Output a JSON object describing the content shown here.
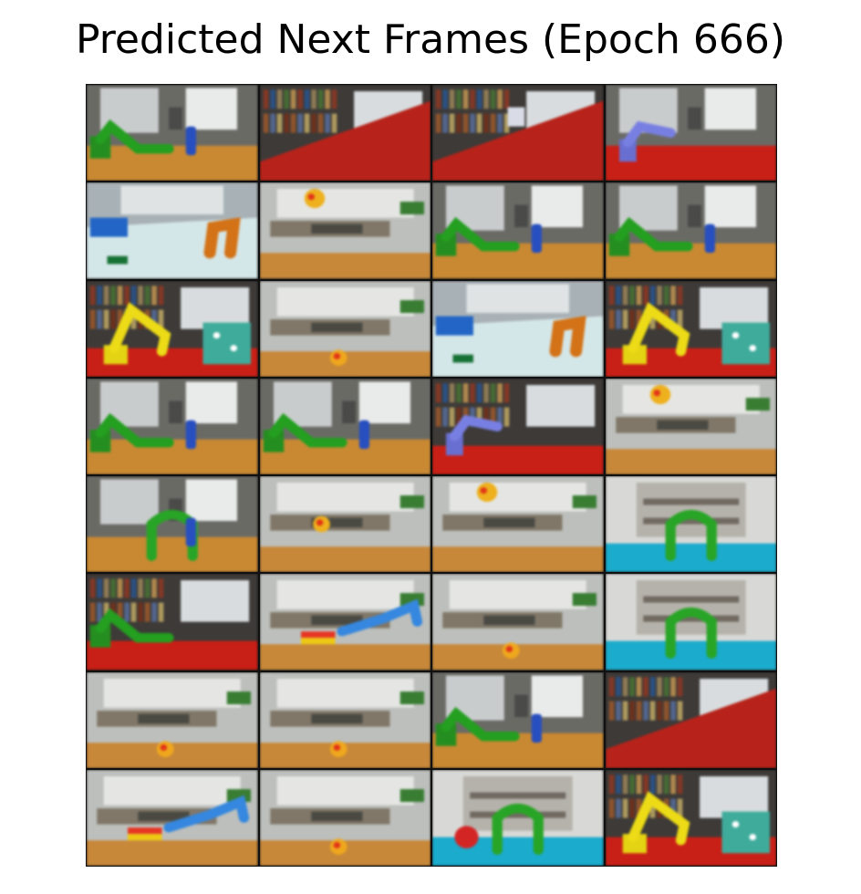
{
  "title": "Predicted Next Frames (Epoch 666)",
  "grid": {
    "rows": 8,
    "cols": 4
  },
  "frames": [
    {
      "scene": "office",
      "robot": "green",
      "object": "blue-bottle",
      "floor": "#c18a3e"
    },
    {
      "scene": "library-ramp",
      "robot": "none",
      "object": "none",
      "floor": "#a8271f"
    },
    {
      "scene": "library-ramp",
      "robot": "none",
      "object": "white-box",
      "floor": "#a8271f"
    },
    {
      "scene": "office",
      "robot": "purple",
      "object": "none",
      "floor": "#b7241c"
    },
    {
      "scene": "white-table",
      "robot": "orange",
      "object": "green-block",
      "floor": "#d6e6e7"
    },
    {
      "scene": "desk",
      "robot": "none",
      "object": "ball-top",
      "floor": "#c08944"
    },
    {
      "scene": "office",
      "robot": "green",
      "object": "blue-bottle",
      "floor": "#c18a3e"
    },
    {
      "scene": "office",
      "robot": "green",
      "object": "blue-bottle",
      "floor": "#c18a3e"
    },
    {
      "scene": "library",
      "robot": "yellow",
      "object": "teal-box",
      "floor": "#b7241c"
    },
    {
      "scene": "desk",
      "robot": "none",
      "object": "ball-floor",
      "floor": "#c08944"
    },
    {
      "scene": "white-table",
      "robot": "orange",
      "object": "green-block",
      "floor": "#d6e6e7"
    },
    {
      "scene": "library",
      "robot": "yellow",
      "object": "teal-box",
      "floor": "#b7241c"
    },
    {
      "scene": "office",
      "robot": "green",
      "object": "blue-bottle",
      "floor": "#c18a3e"
    },
    {
      "scene": "office",
      "robot": "green",
      "object": "blue-bottle",
      "floor": "#c18a3e"
    },
    {
      "scene": "library",
      "robot": "purple",
      "object": "none",
      "floor": "#b7241c"
    },
    {
      "scene": "desk",
      "robot": "none",
      "object": "ball-top",
      "floor": "#c08944"
    },
    {
      "scene": "office",
      "robot": "green-arch",
      "object": "blue-bottle",
      "floor": "#c18a3e"
    },
    {
      "scene": "desk",
      "robot": "none",
      "object": "ball-mid",
      "floor": "#c08944"
    },
    {
      "scene": "desk",
      "robot": "none",
      "object": "ball-top",
      "floor": "#c08944"
    },
    {
      "scene": "shelves",
      "robot": "green-arch",
      "object": "none",
      "floor": "#2aa7c4"
    },
    {
      "scene": "library",
      "robot": "green",
      "object": "none",
      "floor": "#b7241c"
    },
    {
      "scene": "desk",
      "robot": "blue",
      "object": "flag",
      "floor": "#c08944"
    },
    {
      "scene": "desk",
      "robot": "none",
      "object": "ball-floor",
      "floor": "#c08944"
    },
    {
      "scene": "shelves",
      "robot": "green-arch",
      "object": "none",
      "floor": "#2aa7c4"
    },
    {
      "scene": "desk",
      "robot": "none",
      "object": "ball-floor",
      "floor": "#c08944"
    },
    {
      "scene": "desk",
      "robot": "none",
      "object": "ball-floor",
      "floor": "#c08944"
    },
    {
      "scene": "office",
      "robot": "green",
      "object": "blue-bottle",
      "floor": "#c18a3e"
    },
    {
      "scene": "library-ramp",
      "robot": "none",
      "object": "none",
      "floor": "#a8271f"
    },
    {
      "scene": "desk",
      "robot": "blue",
      "object": "flag",
      "floor": "#c08944"
    },
    {
      "scene": "desk",
      "robot": "none",
      "object": "ball-floor",
      "floor": "#c08944"
    },
    {
      "scene": "shelves",
      "robot": "green-arch",
      "object": "red-ball",
      "floor": "#2aa7c4"
    },
    {
      "scene": "library",
      "robot": "yellow",
      "object": "teal-box",
      "floor": "#b7241c"
    }
  ]
}
